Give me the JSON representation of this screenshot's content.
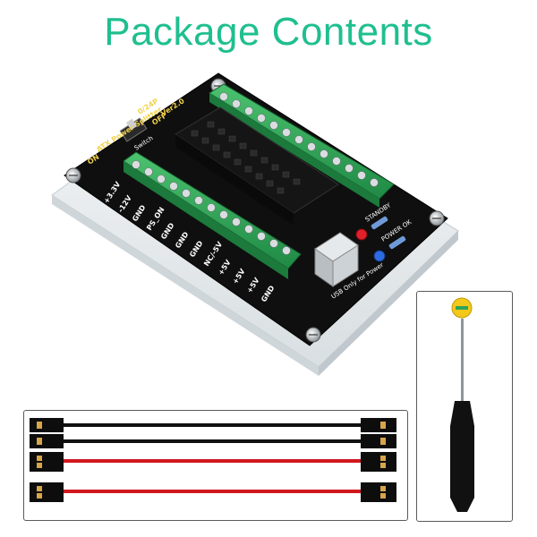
{
  "title": {
    "text": "Package Contents",
    "color": "#1fbf8f"
  },
  "board": {
    "product_label": "ATX Power Splitter",
    "product_label_extra": "0/24P",
    "version": "Ver2.0",
    "switch_on": "ON",
    "switch_off": "OFF",
    "switch_word": "Switch",
    "usb_note": "USB Only for Power",
    "led_standby": "STANDBY",
    "led_power_ok": "POWER OK",
    "pin_labels_lower": [
      "+3.3V",
      "-12V",
      "GND",
      "PS_ON",
      "GND",
      "GND",
      "GND",
      "NC/-5V",
      "+5V",
      "+5V",
      "+5V",
      "GND"
    ],
    "colors": {
      "pcb": "#111111",
      "terminal": "#2fa35a",
      "terminal_dark": "#1e7a40",
      "silk": "#f3d24a"
    }
  },
  "cables": {
    "count": 4,
    "wire_colors": [
      "#111111",
      "#111111",
      "#d0181e",
      "#d0181e"
    ]
  },
  "tool": {
    "name": "screwdriver-icon",
    "handle_color": "#111111",
    "cap_color": "#f2c81b"
  }
}
